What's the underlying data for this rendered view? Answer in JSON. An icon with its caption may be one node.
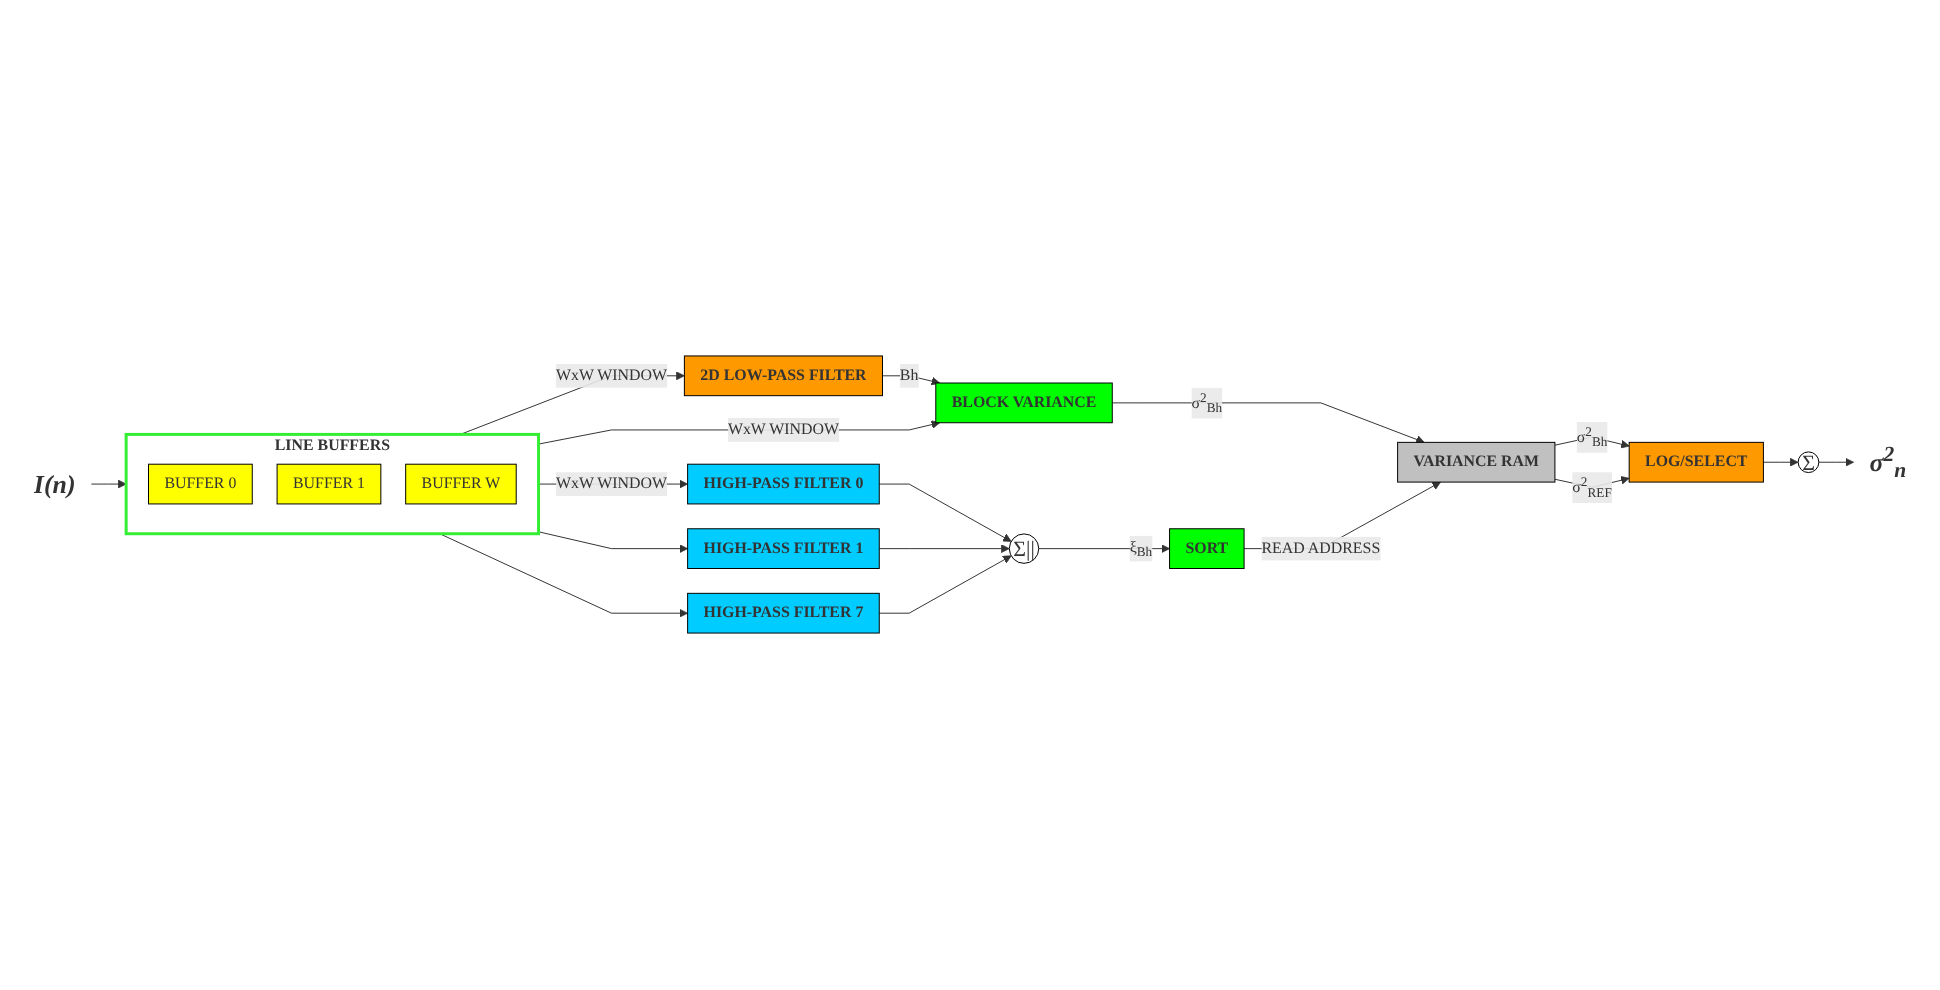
{
  "diagram": {
    "nodes": [
      {
        "text": [
          "I(n)"
        ]
      },
      {
        "text": [
          "LINE BUFFERS"
        ]
      },
      {
        "text": [
          "BUFFER 0"
        ],
        "in": 1
      },
      {
        "text": [
          "BUFFER 1"
        ],
        "in": 1
      },
      {
        "text": [
          "BUFFER W"
        ],
        "in": 1
      },
      {
        "text": [
          "2D LOW-PASS FILTER"
        ]
      },
      {
        "text": [
          "BLOCK VARIANCE"
        ]
      },
      {
        "text": [
          "VARIANCE RAM"
        ]
      },
      {
        "text": [
          "LOG/SELECT"
        ]
      },
      {
        "text": [
          "HIGH-PASS FILTER 0"
        ]
      },
      {
        "text": [
          "HIGH-PASS FILTER 1"
        ]
      },
      {
        "text": [
          "HIGH-PASS FILTER 7"
        ]
      },
      {
        "text": [
          "Σ||"
        ]
      },
      {
        "text": [
          "SORT"
        ]
      },
      {
        "text": [
          "Σ"
        ]
      },
      {
        "text": [
          "σ$^{2}$$_{n}$"
        ]
      }
    ],
    "edges": [
      {
        "from": 0,
        "to": 1,
        "arrow": "to"
      },
      {
        "from": 1,
        "to": 5,
        "arrow": "to",
        "label": "WxW WINDOW"
      },
      {
        "from": 1,
        "to": 6,
        "arrow": "to",
        "label": "WxW WINDOW"
      },
      {
        "from": 5,
        "to": 6,
        "arrow": "to",
        "label": "Bh"
      },
      {
        "from": 6,
        "to": 7,
        "arrow": "to",
        "label": "σ$^{2}$$_{Bh}$"
      },
      {
        "from": 1,
        "to": 9,
        "arrow": "to",
        "label": "WxW WINDOW"
      },
      {
        "from": 1,
        "to": 10,
        "arrow": "to"
      },
      {
        "from": 1,
        "to": 11,
        "arrow": "to"
      },
      {
        "from": 9,
        "to": 12,
        "arrow": "to"
      },
      {
        "from": 10,
        "to": 12,
        "arrow": "to"
      },
      {
        "from": 11,
        "to": 12,
        "arrow": "to"
      },
      {
        "from": 12,
        "to": 13,
        "arrow": "to",
        "label": "ξ$_{Bh}$"
      },
      {
        "from": 13,
        "to": 7,
        "arrow": "to",
        "label": "READ ADDRESS"
      },
      {
        "from": 7,
        "to": 8,
        "arrow": "to",
        "label": "σ$^{2}$$_{Bh}$"
      },
      {
        "from": 7,
        "to": 8,
        "arrow": "to",
        "label": "σ$^{2}$$_{REF}$"
      },
      {
        "from": 8,
        "to": 14,
        "arrow": "to"
      },
      {
        "from": 14,
        "to": 15,
        "arrow": "to"
      }
    ]
  }
}
